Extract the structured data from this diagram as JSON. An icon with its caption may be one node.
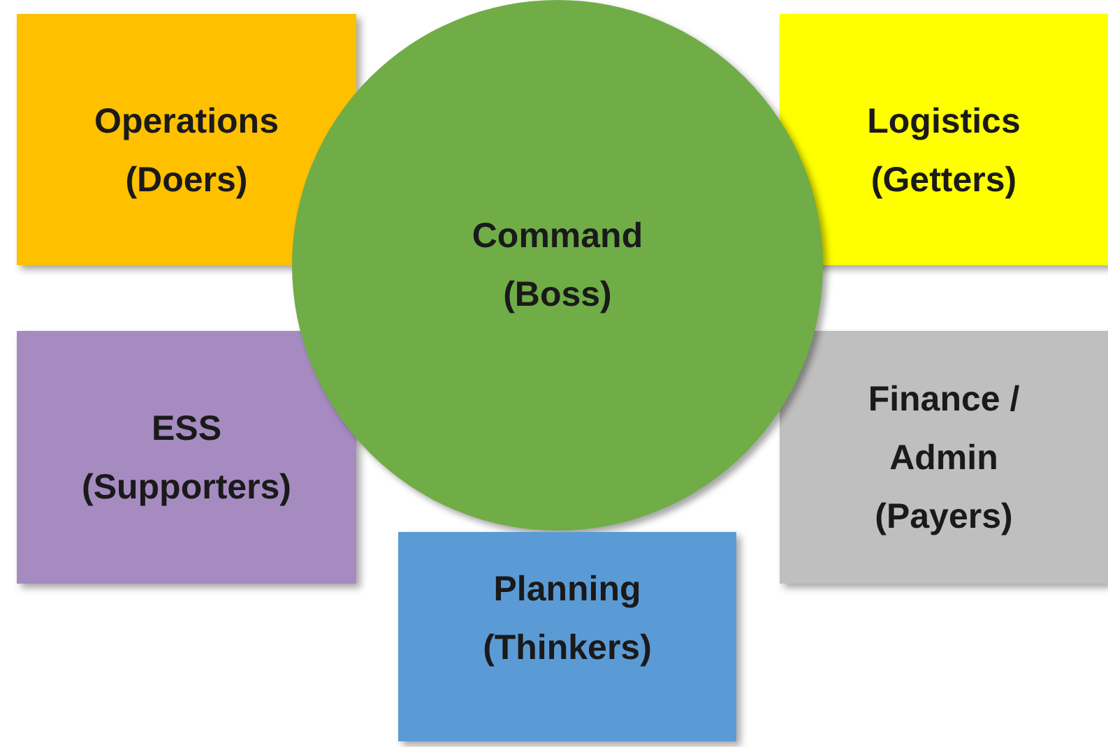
{
  "diagram": {
    "nodes": [
      {
        "text": [
          "Operations (Doers)"
        ]
      },
      {
        "text": [
          "Command (Boss)"
        ]
      },
      {
        "text": [
          "Logistics (Getters)"
        ]
      },
      {
        "text": [
          "ESS (Supporters)"
        ]
      },
      {
        "text": [
          "Finance / Admin (Payers)"
        ]
      },
      {
        "text": [
          "Planning (Thinkers)"
        ]
      }
    ],
    "edges": []
  }
}
